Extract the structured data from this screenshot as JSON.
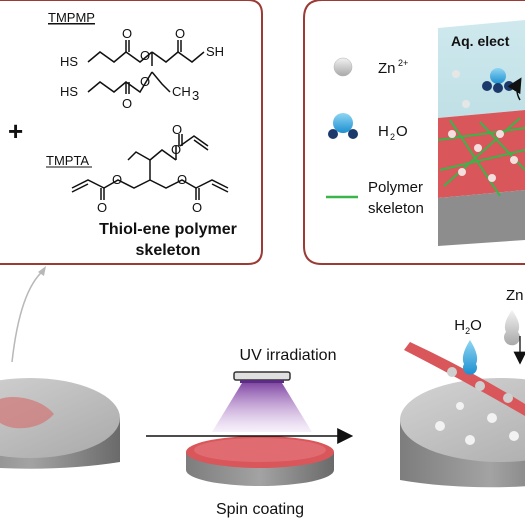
{
  "chem_panel": {
    "tmpmp_name": "TMPMP",
    "tmpta_name": "TMPTA",
    "plus_sign": "+",
    "skeleton_line1": "Thiol-ene polymer",
    "skeleton_line2": "skeleton",
    "atoms": {
      "sh": "SH",
      "hs": "HS",
      "o": "O",
      "ch3": "CH",
      "ch3_sub": "3"
    }
  },
  "legend_panel": {
    "title": "Aq. elect",
    "zn_label": "Zn",
    "zn_charge": "2+",
    "water_label": "H",
    "water_sub": "2",
    "water_tail": "O",
    "polymer_line1": "Polymer",
    "polymer_line2": "skeleton"
  },
  "process": {
    "uv_label": "UV irradiation",
    "spin_label": "Spin coating",
    "h2o_label": "H",
    "h2o_sub": "2",
    "h2o_tail": "O",
    "zn_partial": "Zn"
  },
  "colors": {
    "panel_border": "#9a3b36",
    "skeleton_green": "#39b54a",
    "polymer_red": "#d9565b",
    "zn_grey": "#c8c8c8",
    "water_blue": "#29a8e0",
    "uv_purple": "#7b3fa0"
  }
}
